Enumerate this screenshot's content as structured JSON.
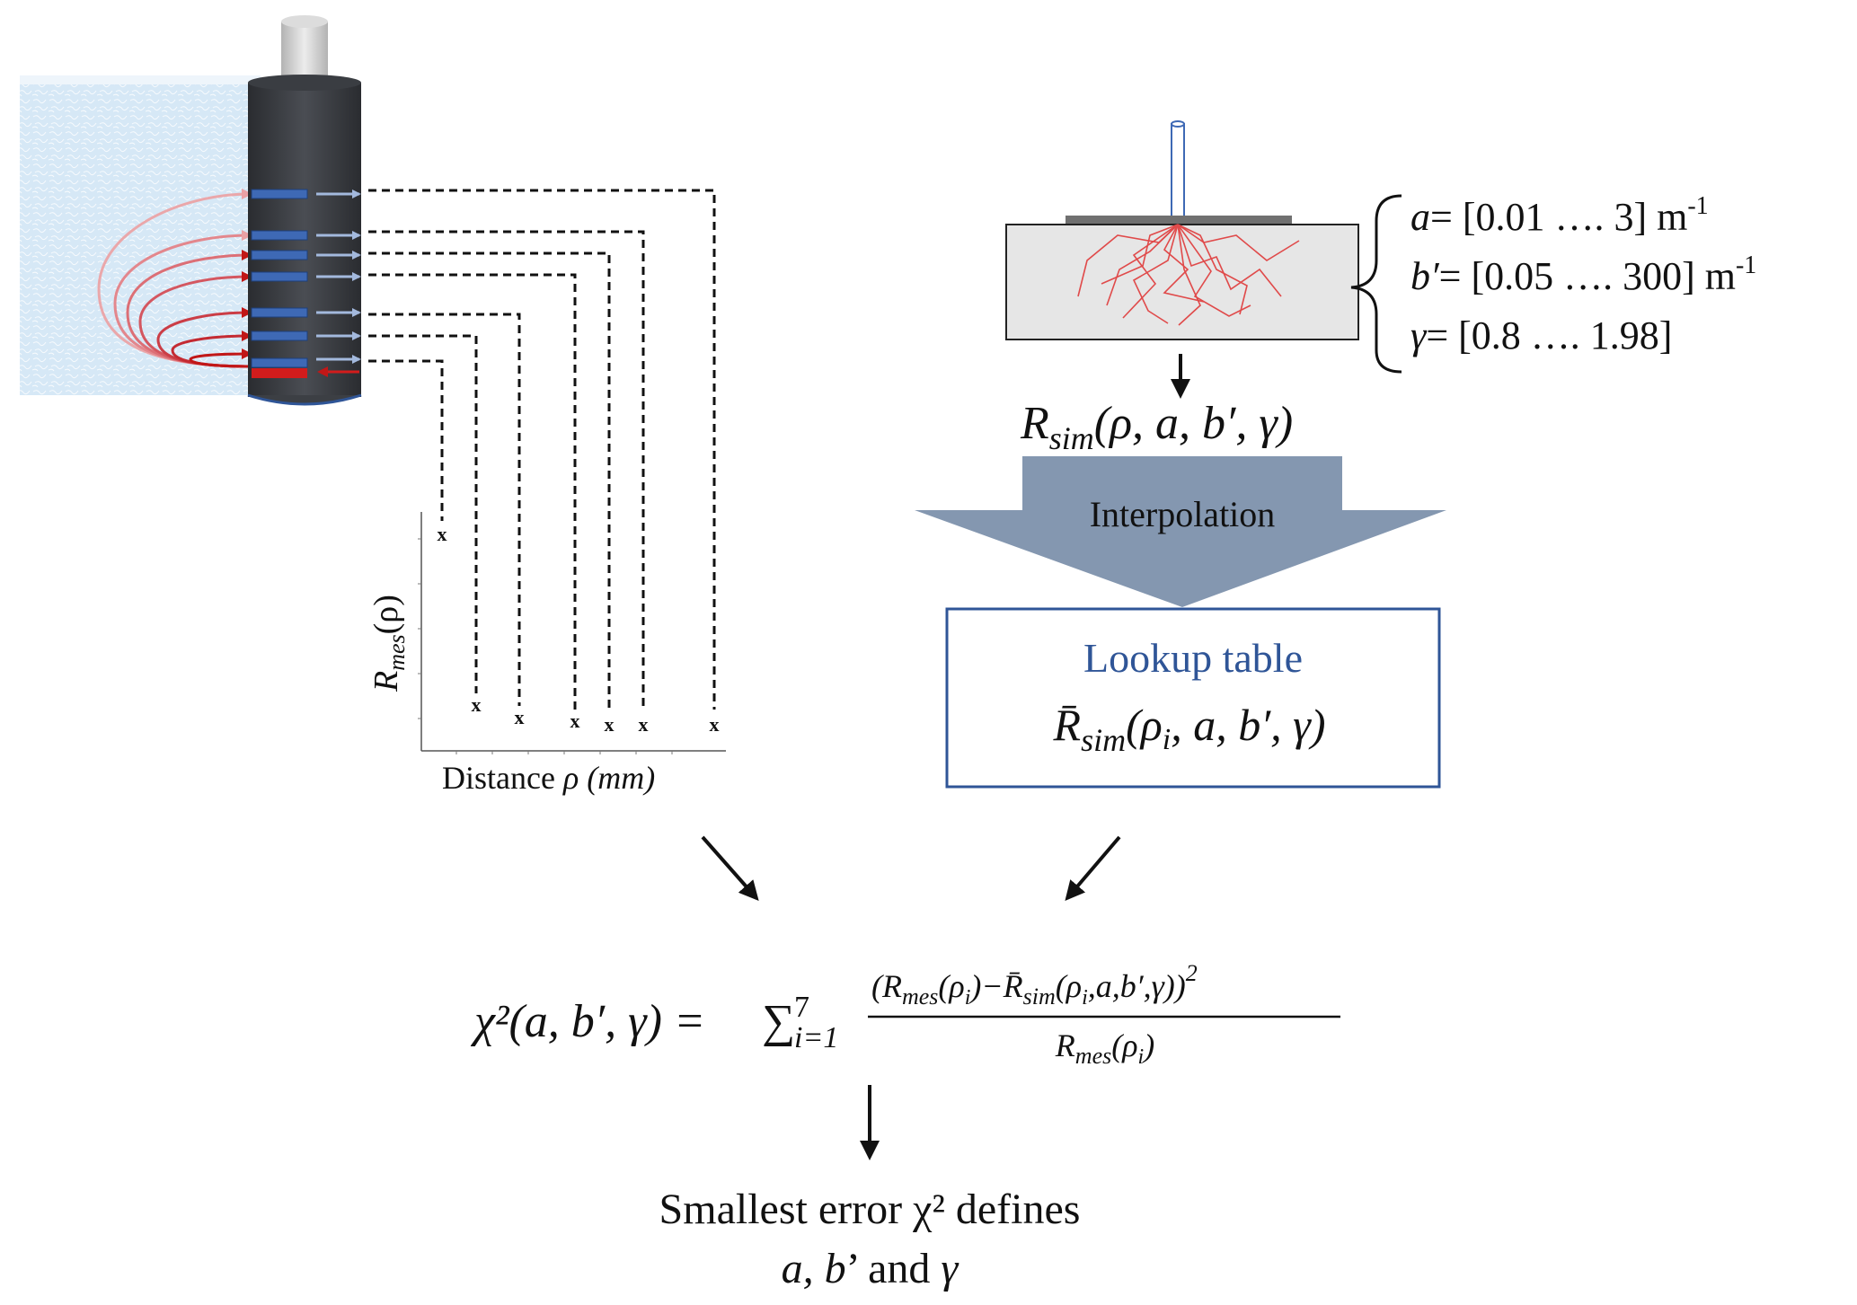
{
  "probe_panel": {
    "colors": {
      "tissue": "#d6e8f6",
      "probe_body": "#3c3f44",
      "probe_cap": "#d4d4d4",
      "fiber": "#3e69b5",
      "source_fiber": "#d21c1c",
      "arrow_light": "#a3b9dd",
      "path_dark": "#c11717",
      "path_light": "#e9a0a4"
    }
  },
  "measurement_plot": {
    "ylabel_main": "R",
    "ylabel_sub": "mes",
    "ylabel_tail": "(ρ)",
    "xlabel_main": "Distance ",
    "xlabel_rho": "ρ",
    "xlabel_unit": " (mm)",
    "marker": "x"
  },
  "simulation": {
    "params": [
      {
        "symbol": "a",
        "text": "= [0.01 …. 3] m",
        "sup": "-1"
      },
      {
        "symbol": "b′",
        "text": "= [0.05 …. 300] m",
        "sup": "-1"
      },
      {
        "symbol": "γ",
        "text": "= [0.8 …. 1.98]",
        "sup": ""
      }
    ],
    "rsim_main": "R",
    "rsim_sub": "sim",
    "rsim_args": "(ρ, a, b′, γ)",
    "interpolation_label": "Interpolation",
    "lookup_title": "Lookup table",
    "lookup_main": "R̄",
    "lookup_sub": "sim",
    "lookup_args_open": "(ρ",
    "lookup_args_i": "i",
    "lookup_args_close": ", a, b′, γ)",
    "colors": {
      "interp_arrow": "#8497b0",
      "lookup_border": "#2f5597",
      "lookup_title": "#2f5597",
      "photon_paths": "#e04a4a",
      "slab": "#e6e6e6"
    }
  },
  "equation": {
    "lhs": "χ²(a, b′, γ) = ",
    "sum": "∑",
    "sum_upper": "7",
    "sum_lower": "i=1",
    "numerator": "(R",
    "num_sub1": "mes",
    "num_mid": "(ρ",
    "num_i1": "i",
    "num_mid2": ")−R̄",
    "num_sub2": "sim",
    "num_mid3": "(ρ",
    "num_i2": "i",
    "num_end": ",a,b′,γ))",
    "num_exp": "2",
    "den_main": "R",
    "den_sub": "mes",
    "den_open": "(ρ",
    "den_i": "i",
    "den_close": ")"
  },
  "result": {
    "line1": "Smallest error χ² defines",
    "line2_a": "a, b",
    "line2_mid": "’ and ",
    "line2_g": "γ"
  }
}
